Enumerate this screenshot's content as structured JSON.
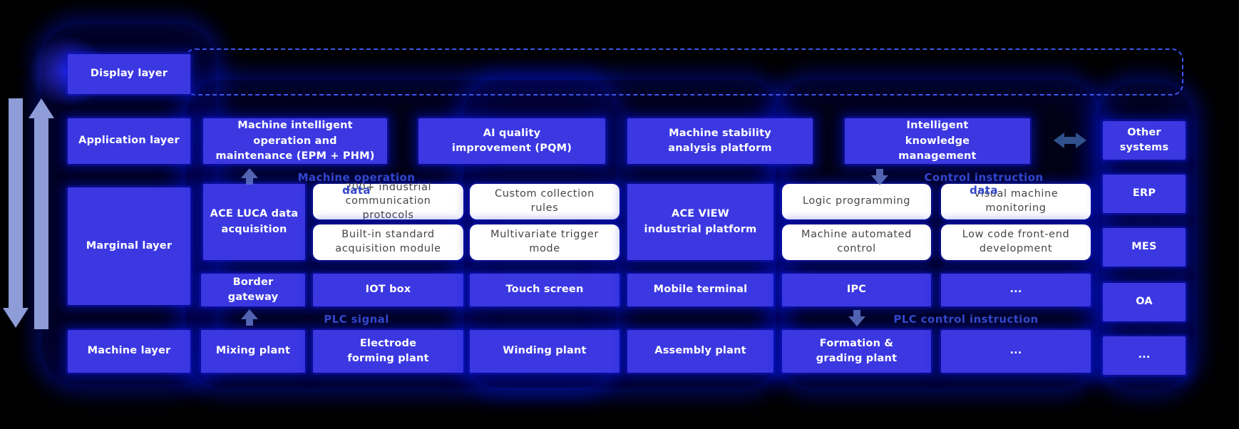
{
  "colors": {
    "box_blue": "#3b38e2",
    "glow_blue": "#0016e0",
    "flow_label_blue": "#3246cd",
    "side_arrow_light": "#8e9cd8",
    "white_box_text": "#474747",
    "background": "#000000"
  },
  "clipped_left_label": "tion",
  "layer_labels": {
    "display": "Display layer",
    "application": "Application layer",
    "marginal": "Marginal layer",
    "machine": "Machine layer"
  },
  "application_row": {
    "epm_phm": "Machine intelligent operation and maintenance (EPM + PHM)",
    "pqm": "AI quality improvement (PQM)",
    "stability": "Machine stability analysis platform",
    "knowledge": "Intelligent knowledge management"
  },
  "flow_labels": {
    "machine_operation_data": "Machine operation data",
    "control_instruction_data": "Control instruction data",
    "plc_signal": "PLC signal",
    "plc_control_instruction": "PLC control instruction"
  },
  "marginal_row": {
    "ace_luca": "ACE LUCA data acquisition",
    "luca_features": [
      "200+ industrial communication protocols",
      "Built-in standard acquisition module",
      "Custom collection rules",
      "Multivariate trigger mode"
    ],
    "ace_view": "ACE VIEW industrial platform",
    "view_features": [
      "Logic programming",
      "Machine automated control",
      "Visual machine monitoring",
      "Low code front-end development"
    ],
    "devices": [
      "Border gateway",
      "IOT box",
      "Touch screen",
      "Mobile terminal",
      "IPC",
      "..."
    ]
  },
  "machine_row": [
    "Mixing plant",
    "Electrode forming plant",
    "Winding plant",
    "Assembly plant",
    "Formation & grading plant",
    "..."
  ],
  "right_column": [
    "Other systems",
    "ERP",
    "MES",
    "OA",
    "..."
  ]
}
